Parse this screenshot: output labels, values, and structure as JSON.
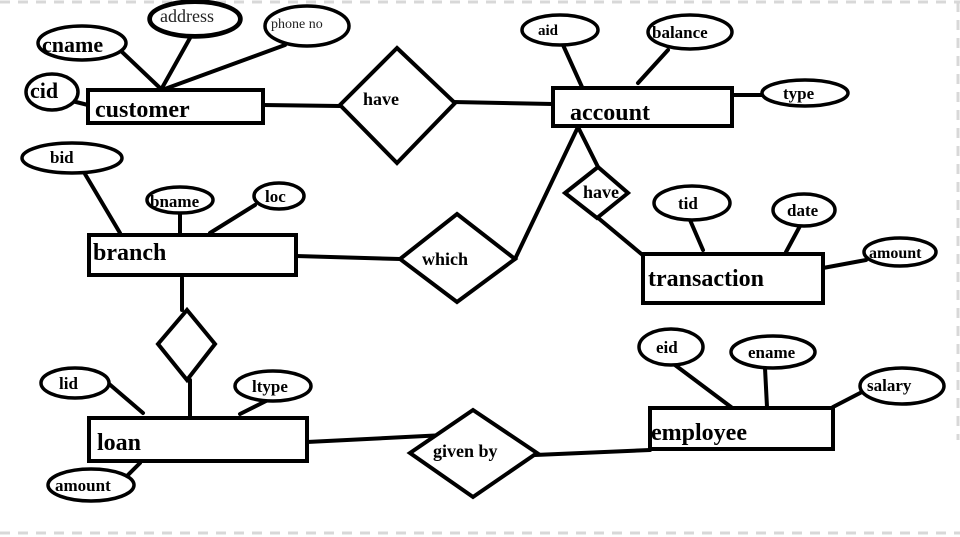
{
  "entities": {
    "customer": "customer",
    "account": "account",
    "branch": "branch",
    "transaction": "transaction",
    "loan": "loan",
    "employee": "employee"
  },
  "relationships": {
    "customer_account": "have",
    "account_transaction": "have",
    "branch_account": "which",
    "branch_loan": "",
    "loan_employee": "given by"
  },
  "attributes": {
    "customer": [
      "cname",
      "address",
      "phone no",
      "cid"
    ],
    "account": [
      "aid",
      "balance",
      "type"
    ],
    "branch": [
      "bid",
      "bname",
      "loc"
    ],
    "transaction": [
      "tid",
      "date",
      "amount"
    ],
    "loan": [
      "lid",
      "ltype",
      "amount"
    ],
    "employee": [
      "eid",
      "ename",
      "salary"
    ]
  }
}
